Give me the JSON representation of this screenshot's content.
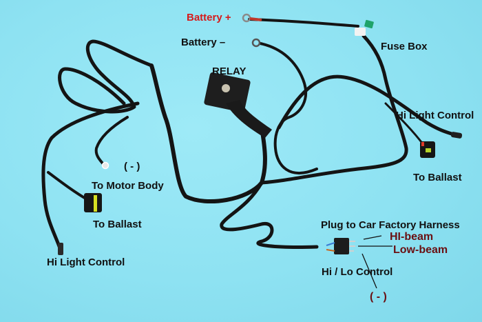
{
  "diagram": {
    "type": "relay-wiring-harness-photo",
    "background_color": "#8fe3f2",
    "wire_color": "#141414",
    "labels": {
      "battery_positive": "Battery +",
      "battery_negative": "Battery  –",
      "fuse_box": "Fuse Box",
      "relay": "RELAY",
      "hi_light_control_right": "Hi Light Control",
      "to_ballast_right": "To Ballast",
      "ground_symbol_left": "( - )",
      "to_motor_body": "To Motor Body",
      "to_ballast_left": "To Ballast",
      "hi_light_control_left": "Hi Light Control",
      "plug_to_car_factory_harness": "Plug to Car Factory Harness",
      "hi_beam": "HI-beam",
      "low_beam": "Low-beam",
      "hi_lo_control": "Hi / Lo Control",
      "ground_symbol_bottom": "( - )"
    },
    "label_colors": {
      "battery_positive": "#d61a1a",
      "hi_beam": "#6a0f12",
      "low_beam": "#6a0f12",
      "ground_symbol_bottom": "#6a0f12",
      "default": "#111111"
    },
    "components": [
      {
        "name": "Battery + ring terminal",
        "label_ref": "battery_positive"
      },
      {
        "name": "Battery - ring terminal",
        "label_ref": "battery_negative"
      },
      {
        "name": "Inline fuse holder",
        "label_ref": "fuse_box"
      },
      {
        "name": "Relay module",
        "label_ref": "relay"
      },
      {
        "name": "Right ballast connector",
        "label_ref": "to_ballast_right"
      },
      {
        "name": "Right hi light control lead",
        "label_ref": "hi_light_control_right"
      },
      {
        "name": "Ground ring terminal",
        "label_ref": "to_motor_body"
      },
      {
        "name": "Left ballast connector",
        "label_ref": "to_ballast_left"
      },
      {
        "name": "Left hi light control lead",
        "label_ref": "hi_light_control_left"
      },
      {
        "name": "H4 plug to factory harness",
        "label_ref": "plug_to_car_factory_harness"
      }
    ]
  }
}
